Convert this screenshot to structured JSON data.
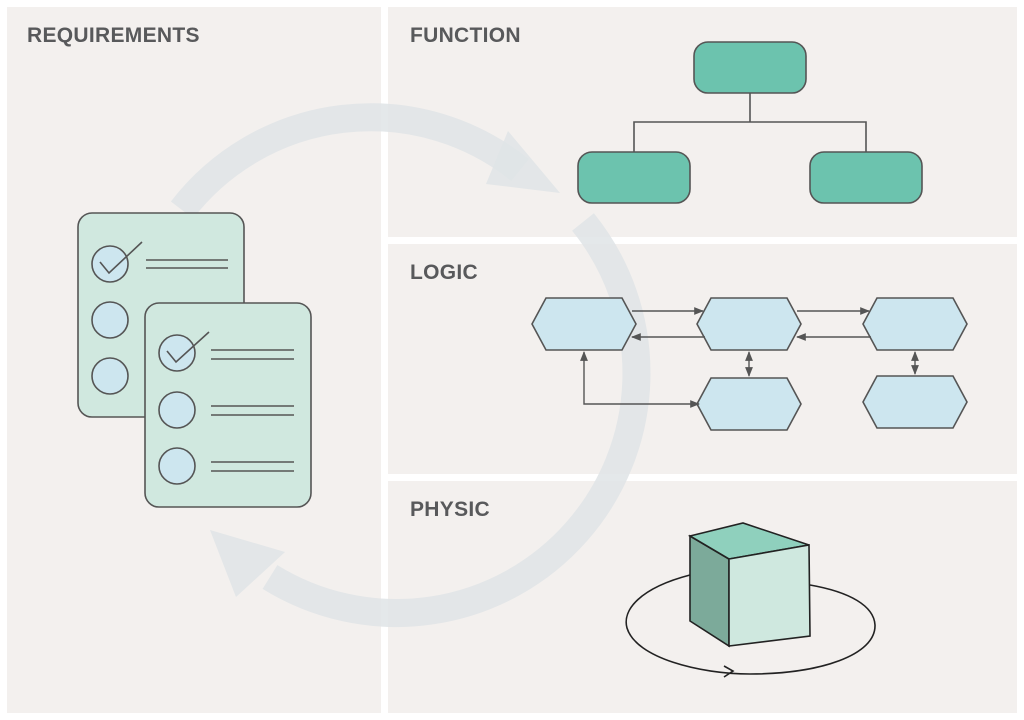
{
  "panels": {
    "requirements": {
      "title": "REQUIREMENTS"
    },
    "function": {
      "title": "FUNCTION"
    },
    "logic": {
      "title": "LOGIC"
    },
    "physic": {
      "title": "PHYSIC"
    }
  },
  "colors": {
    "panel_bg": "#f3f0ee",
    "divider": "#ffffff",
    "title": "#58595b",
    "function_box": "#6cc3ae",
    "logic_hexagon": "#cde6ef",
    "requirement_doc": "#d0e8df",
    "cycle_arrow": "#dfe4e6",
    "cube_front": "#cfe8df",
    "cube_top": "#8fd0bd",
    "cube_side": "#7caa9a",
    "stroke": "#555555"
  },
  "icons": {
    "cycle": "circular-cycle-arrow-icon",
    "requirements": "checklist-document-icon",
    "function": "hierarchy-tree-icon",
    "logic": "hexagon-flow-icon",
    "physic": "rotating-cube-icon"
  }
}
